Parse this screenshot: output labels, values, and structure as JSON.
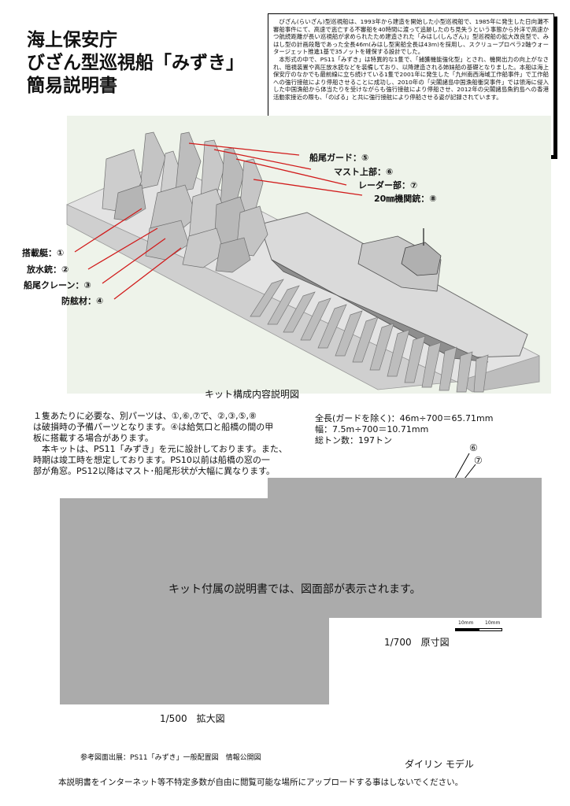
{
  "header": {
    "title_lines": [
      "海上保安庁",
      "びざん型巡視船「みずき」",
      "簡易説明書"
    ]
  },
  "description": {
    "paragraphs": [
      "びざん(らいざん)型巡視船は、1993年から建造を開始した小型巡視船で、1985年に発生した日向灘不審船事件にて、高速で逃亡する不審船を40時間に渡って追跡したのち見失うという事態から外洋で高速かつ航続距離が長い巡視船が求められたため建造された「みはし(しんざん)」型巡視船の拡大改良型で、みはし型の計画段階であった全長46m(みはし型実船全長は43m)を採用し、スクリュープロペラ2軸ウォータージェット推進1基で35ノットを確保する設計でした。",
      "本形式の中で、PS11「みずき」は特異的な1隻で、「捕獲機能強化型」とされ、機関出力の向上がなされ、暗視装置や高圧放水銃などを装備しており、以降建造される姉妹船の基礎となりました。本船は海上保安庁のなかでも最前線に立ち続けている1隻で2001年に発生した「九州南西海域工作船事件」で工作船への強行接舷により停船させることに成功し、2010年の「尖閣諸島中国漁船衝突事件」では領海に侵入した中国漁船から体当たりを受けながらも強行接舷により停船させ、2012年の尖閣諸島魚釣島への香港活動家接近の際も、「のばる」と共に強行接舷により停船させる姿が記録されています。"
    ]
  },
  "callouts_right": [
    {
      "label": "船尾ガード：⑤"
    },
    {
      "label": "マスト上部：⑥"
    },
    {
      "label": "レーダー部：⑦"
    },
    {
      "label": "20㎜機関銃：⑧"
    }
  ],
  "callouts_left": [
    {
      "label": "搭載艇：①"
    },
    {
      "label": "放水銃：②"
    },
    {
      "label": "船尾クレーン：③"
    },
    {
      "label": "防舷材：④"
    }
  ],
  "kit_caption": "キット構成内容説明図",
  "notes": {
    "lines": [
      "１隻あたりに必要な、別パーツは、①,⑥,⑦で、②,③,⑤,⑧",
      "は破損時の予備パーツとなります。④は給気口と船橋の間の甲",
      "板に搭載する場合があります。",
      "　本キットは、PS11「みずき」を元に設計しております。また、",
      "時期は竣工時を想定しております。PS10以前は船橋の窓の一",
      "部が角窓。PS12以降はマスト･船尾形状が大幅に異なります。"
    ]
  },
  "specs": {
    "lines": [
      "全長(ガードを除く)：46m÷700＝65.71mm",
      "幅：7.5m÷700＝10.71mm",
      "総トン数：197トン"
    ]
  },
  "drawing": {
    "markers": [
      "⑥",
      "⑦"
    ],
    "placeholder_text": "キット付属の説明書では、図面部が表示されます。",
    "scale_labels": [
      "10mm",
      "10mm"
    ],
    "caption_700": "1/700　原寸図",
    "caption_500": "1/500　拡大図"
  },
  "footer": {
    "reference": "参考図面出展：PS11「みずき」一般配置図　情報公開図",
    "brand": "ダイリン モデル",
    "notice": "本説明書をインターネット等不特定多数が自由に閲覧可能な場所にアップロードする事はしないでください。"
  },
  "colors": {
    "render_background": "#eef3ea",
    "model_light": "#e6e6e6",
    "model_mid": "#c8c8c8",
    "model_dark": "#8e8e8e",
    "leader_line": "#d11a1a",
    "placeholder_gray": "#ababab"
  }
}
